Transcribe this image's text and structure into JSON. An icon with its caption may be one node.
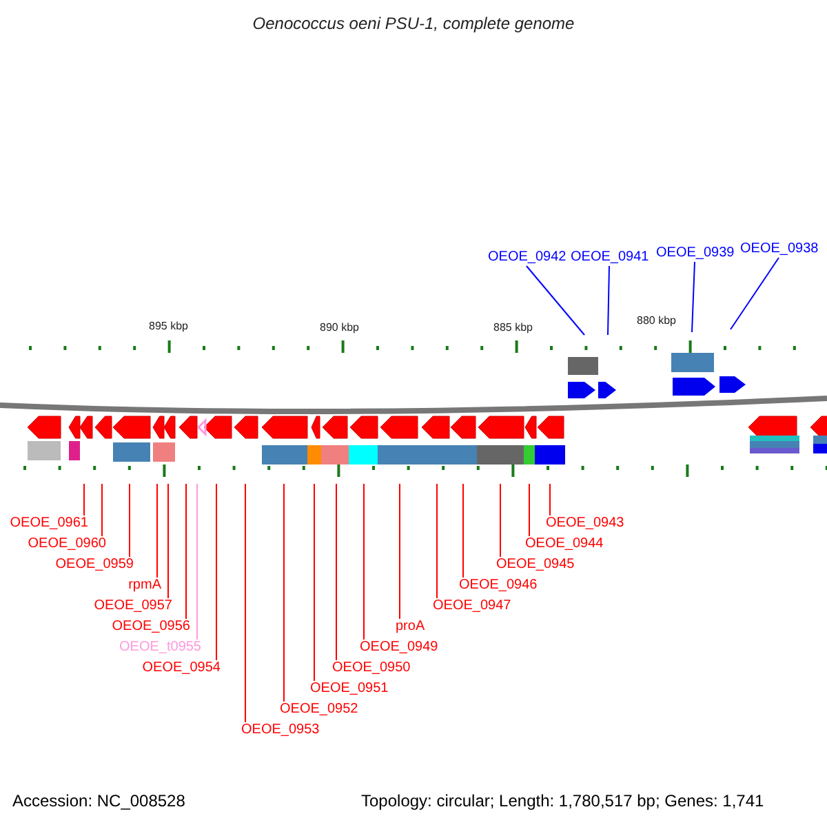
{
  "diagram": {
    "title": "Oenococcus oeni PSU-1, complete genome",
    "nodes": [
      {
        "text": [
          "OEOE_0942"
        ]
      },
      {
        "text": [
          "OEOE_0941"
        ]
      },
      {
        "text": [
          "OEOE_0939"
        ]
      },
      {
        "text": [
          "OEOE_0938"
        ]
      },
      {
        "text": [
          "OEOE_0961"
        ]
      },
      {
        "text": [
          "OEOE_0960"
        ]
      },
      {
        "text": [
          "OEOE_0959"
        ]
      },
      {
        "text": [
          "rpmA"
        ]
      },
      {
        "text": [
          "OEOE_0957"
        ]
      },
      {
        "text": [
          "OEOE_0956"
        ]
      },
      {
        "text": [
          "OEOE_t0955"
        ]
      },
      {
        "text": [
          "OEOE_0954"
        ]
      },
      {
        "text": [
          "OEOE_0953"
        ]
      },
      {
        "text": [
          "OEOE_0952"
        ]
      },
      {
        "text": [
          "OEOE_0951"
        ]
      },
      {
        "text": [
          "OEOE_0950"
        ]
      },
      {
        "text": [
          "OEOE_0949"
        ]
      },
      {
        "text": [
          "proA"
        ]
      },
      {
        "text": [
          "OEOE_0947"
        ]
      },
      {
        "text": [
          "OEOE_0946"
        ]
      },
      {
        "text": [
          "OEOE_0945"
        ]
      },
      {
        "text": [
          "OEOE_0944"
        ]
      },
      {
        "text": [
          "OEOE_0943"
        ]
      }
    ],
    "edges": [
      {
        "from": 0,
        "to": null,
        "arrow": "none",
        "color": "#0000ff"
      },
      {
        "from": 1,
        "to": null,
        "arrow": "none",
        "color": "#0000ff"
      },
      {
        "from": 2,
        "to": null,
        "arrow": "none",
        "color": "#0000ff"
      },
      {
        "from": 3,
        "to": null,
        "arrow": "none",
        "color": "#0000ff"
      },
      {
        "from": 4,
        "to": null,
        "arrow": "none"
      },
      {
        "from": 5,
        "to": null,
        "arrow": "none"
      },
      {
        "from": 6,
        "to": null,
        "arrow": "none"
      },
      {
        "from": 7,
        "to": null,
        "arrow": "none"
      },
      {
        "from": 8,
        "to": null,
        "arrow": "none"
      },
      {
        "from": 9,
        "to": null,
        "arrow": "none"
      },
      {
        "from": 10,
        "to": null,
        "arrow": "none",
        "color": "#ff99dd"
      },
      {
        "from": 11,
        "to": null,
        "arrow": "none"
      },
      {
        "from": 12,
        "to": null,
        "arrow": "none"
      },
      {
        "from": 13,
        "to": null,
        "arrow": "none"
      },
      {
        "from": 14,
        "to": null,
        "arrow": "none"
      },
      {
        "from": 15,
        "to": null,
        "arrow": "none"
      },
      {
        "from": 16,
        "to": null,
        "arrow": "none"
      },
      {
        "from": 17,
        "to": null,
        "arrow": "none"
      },
      {
        "from": 18,
        "to": null,
        "arrow": "none"
      },
      {
        "from": 19,
        "to": null,
        "arrow": "none"
      },
      {
        "from": 20,
        "to": null,
        "arrow": "none"
      },
      {
        "from": 21,
        "to": null,
        "arrow": "none"
      },
      {
        "from": 22,
        "to": null,
        "arrow": "none"
      }
    ],
    "labels": [
      "895 kbp",
      "890 kbp",
      "885 kbp",
      "880 kbp",
      "Accession: NC_008528",
      "Topology: circular; Length: 1,780,517 bp; Genes: 1,741"
    ]
  }
}
